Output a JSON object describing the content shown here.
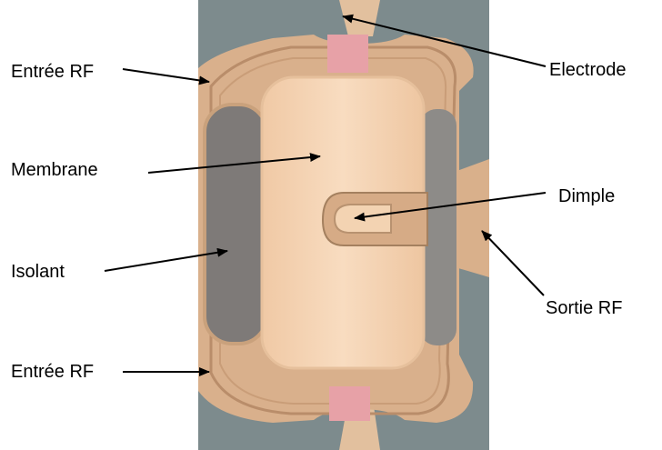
{
  "labels": {
    "entree_rf_top": "Entrée RF",
    "membrane": "Membrane",
    "isolant": "Isolant",
    "entree_rf_bottom": "Entrée RF",
    "electrode": "Electrode",
    "dimple": "Dimple",
    "sortie_rf": "Sortie RF"
  },
  "colors": {
    "background": "#7d8b8d",
    "metal": "#dcb28f",
    "membrane": "#f5d5b4",
    "isolant": "#7e7a78",
    "electrode_pink": "#e7a1a7",
    "arrow": "#000000"
  }
}
